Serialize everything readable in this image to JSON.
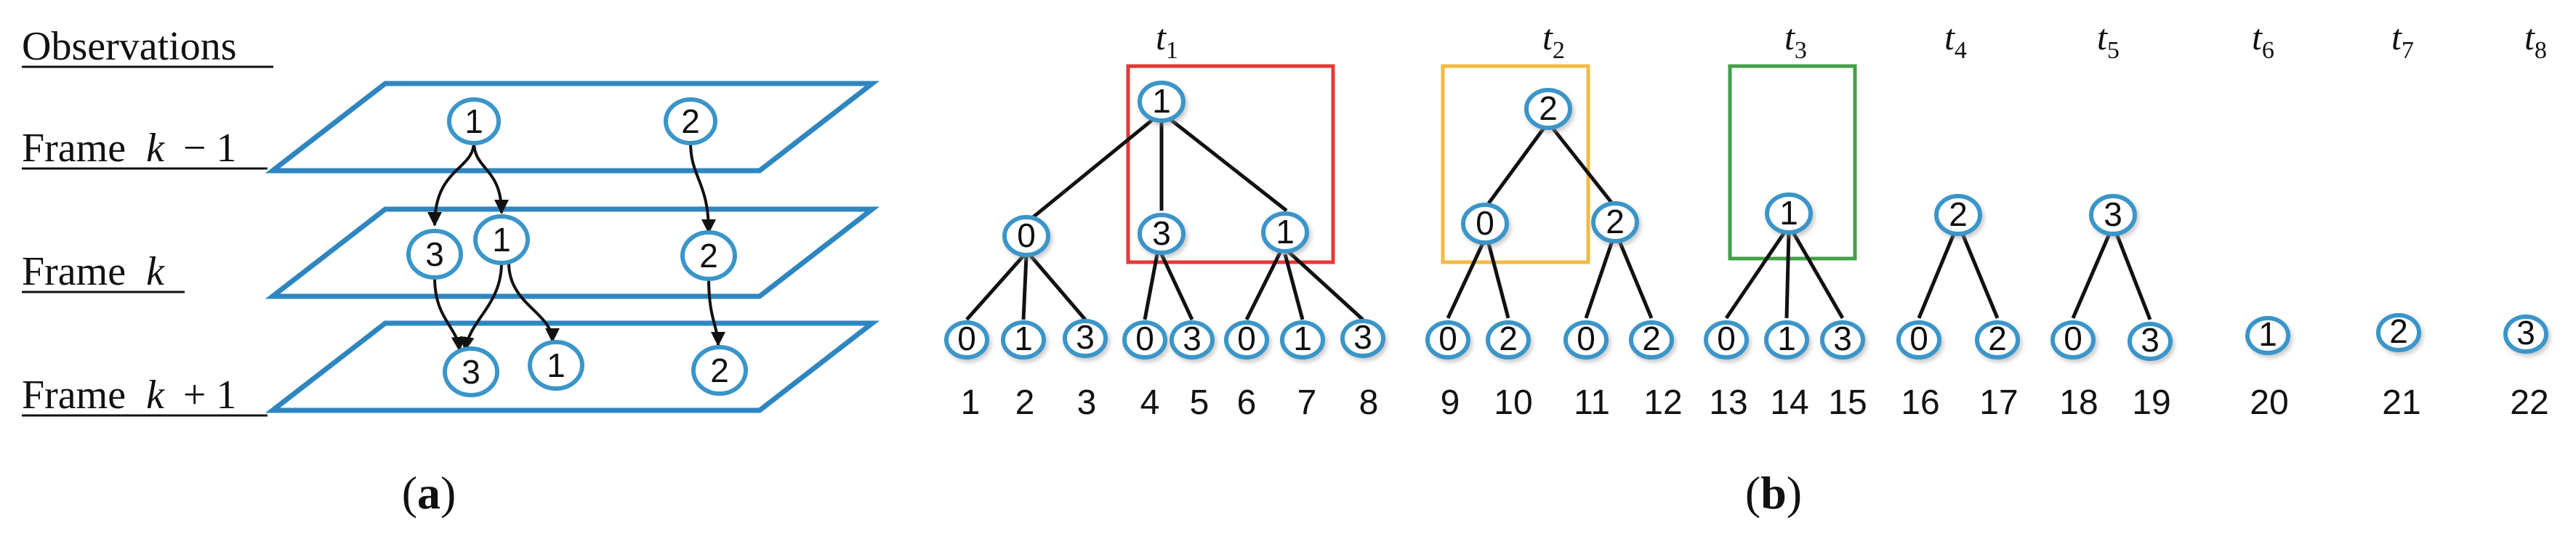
{
  "panel_a": {
    "heading": "Observations",
    "frame_prefix": "Frame",
    "frame_var": "k",
    "frame_minus": "− 1",
    "frame_plus": "+ 1",
    "caption_open": "(",
    "caption_letter": "a",
    "caption_close": ")",
    "frame_top_nodes": [
      "1",
      "2"
    ],
    "frame_mid_nodes": [
      "3",
      "1",
      "2"
    ],
    "frame_bot_nodes": [
      "3",
      "1",
      "2"
    ]
  },
  "panel_b": {
    "caption_open": "(",
    "caption_letter": "b",
    "caption_close": ")",
    "time_labels": [
      {
        "base": "t",
        "sub": "1"
      },
      {
        "base": "t",
        "sub": "2"
      },
      {
        "base": "t",
        "sub": "3"
      },
      {
        "base": "t",
        "sub": "4"
      },
      {
        "base": "t",
        "sub": "5"
      },
      {
        "base": "t",
        "sub": "6"
      },
      {
        "base": "t",
        "sub": "7"
      },
      {
        "base": "t",
        "sub": "8"
      }
    ],
    "tree_roots": [
      "1",
      "2"
    ],
    "middle_nodes": [
      "0",
      "3",
      "1",
      "0",
      "2",
      "1",
      "2",
      "3"
    ],
    "leaf_nodes": [
      "0",
      "1",
      "3",
      "0",
      "3",
      "0",
      "1",
      "3",
      "0",
      "2",
      "0",
      "2",
      "0",
      "1",
      "3",
      "0",
      "2",
      "0",
      "3",
      "1",
      "2",
      "3"
    ],
    "leaf_numbers": [
      "1",
      "2",
      "3",
      "4",
      "5",
      "6",
      "7",
      "8",
      "9",
      "10",
      "11",
      "12",
      "13",
      "14",
      "15",
      "16",
      "17",
      "18",
      "19",
      "20",
      "21",
      "22"
    ],
    "box_colors": {
      "t1": "#e53935",
      "t2": "#f5b942",
      "t3": "#43a047"
    }
  },
  "colors": {
    "plane": "#2e86c1",
    "node_stroke": "#3a95c9",
    "text": "#111111"
  }
}
